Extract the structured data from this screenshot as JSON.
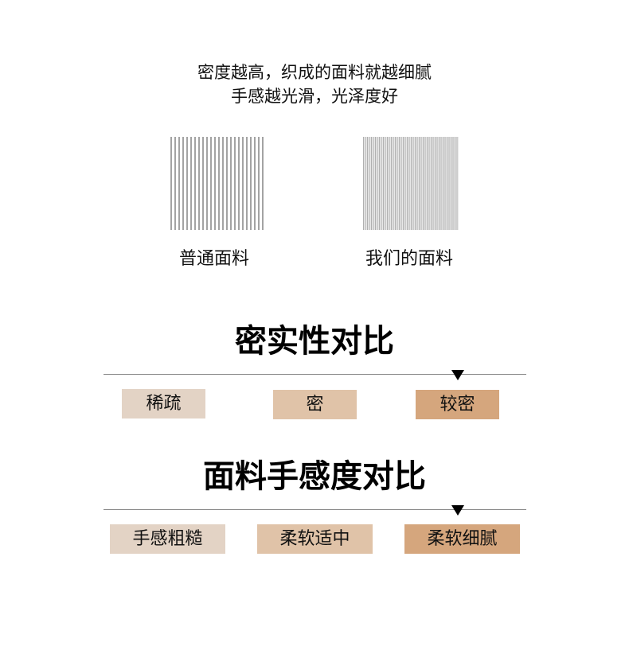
{
  "intro": {
    "line1": "密度越高，织成的面料就越细腻",
    "line2": "手感越光滑，光泽度好"
  },
  "swatches": [
    {
      "label": "普通面料"
    },
    {
      "label": "我们的面料"
    }
  ],
  "density": {
    "title": "密实性对比",
    "levels": [
      "稀疏",
      "密",
      "较密"
    ],
    "selected_index": 2
  },
  "feel": {
    "title": "面料手感度对比",
    "levels": [
      "手感粗糙",
      "柔软适中",
      "柔软细腻"
    ],
    "selected_index": 2
  },
  "colors": {
    "level1": "#e3d3c5",
    "level2": "#e0c3a8",
    "level3": "#d5a67d"
  }
}
